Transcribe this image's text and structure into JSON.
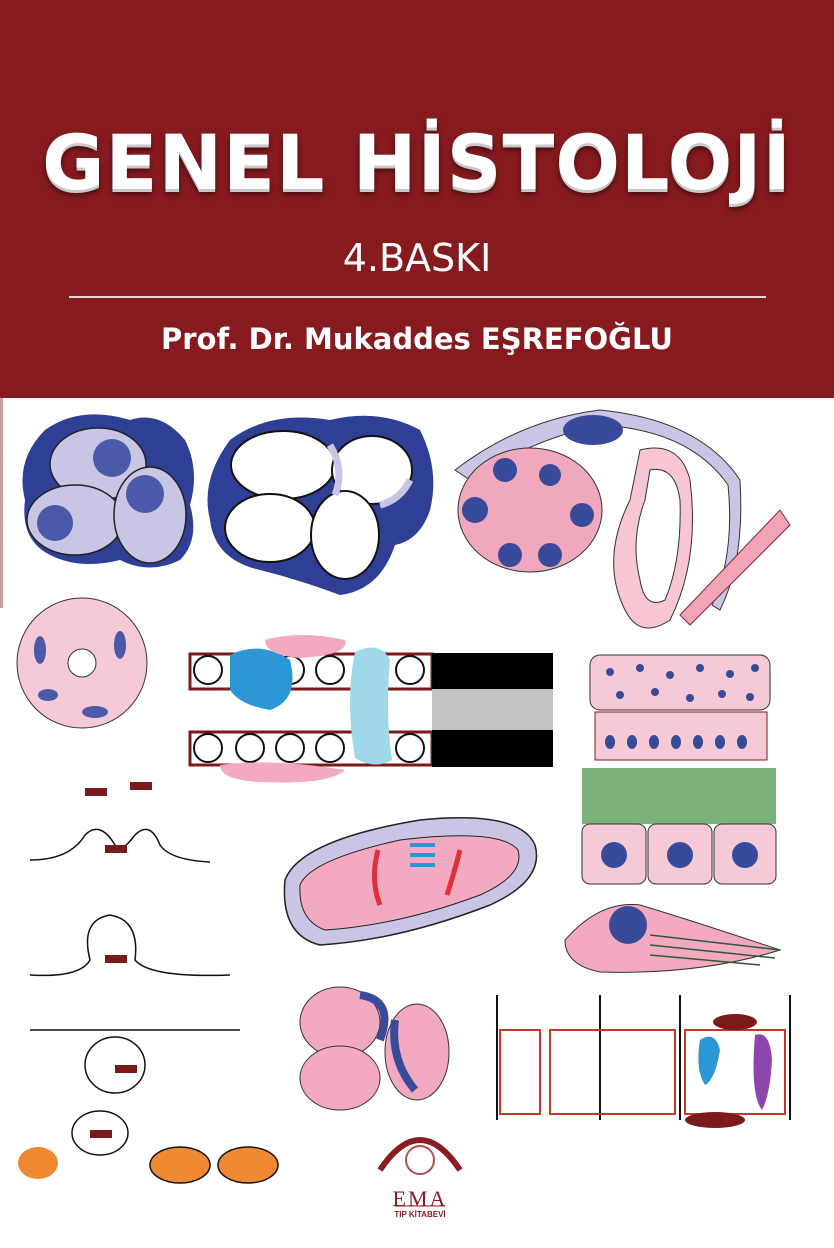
{
  "cover": {
    "title": "GENEL HİSTOLOJİ",
    "edition": "4.BASKI",
    "author": "Prof. Dr. Mukaddes EŞREFOĞLU",
    "banner_color": "#861a1f"
  },
  "illustrations": [
    {
      "name": "cartilage-chondrocytes-nuclei"
    },
    {
      "name": "cartilage-lacunae"
    },
    {
      "name": "nerve-fascicle-and-vessel"
    },
    {
      "name": "acinus-cross-section"
    },
    {
      "name": "cell-membrane-bilayer"
    },
    {
      "name": "stratified-epithelium"
    },
    {
      "name": "endocytosis-sequence"
    },
    {
      "name": "columnar-epithelium-microvilli"
    },
    {
      "name": "mitochondrion"
    },
    {
      "name": "smooth-cell-fibrils"
    },
    {
      "name": "erythrocyte-cluster"
    },
    {
      "name": "membrane-junctions"
    }
  ],
  "publisher": {
    "name": "EMA",
    "subtitle": "TIP KİTABEVİ",
    "color": "#8b1c22"
  }
}
